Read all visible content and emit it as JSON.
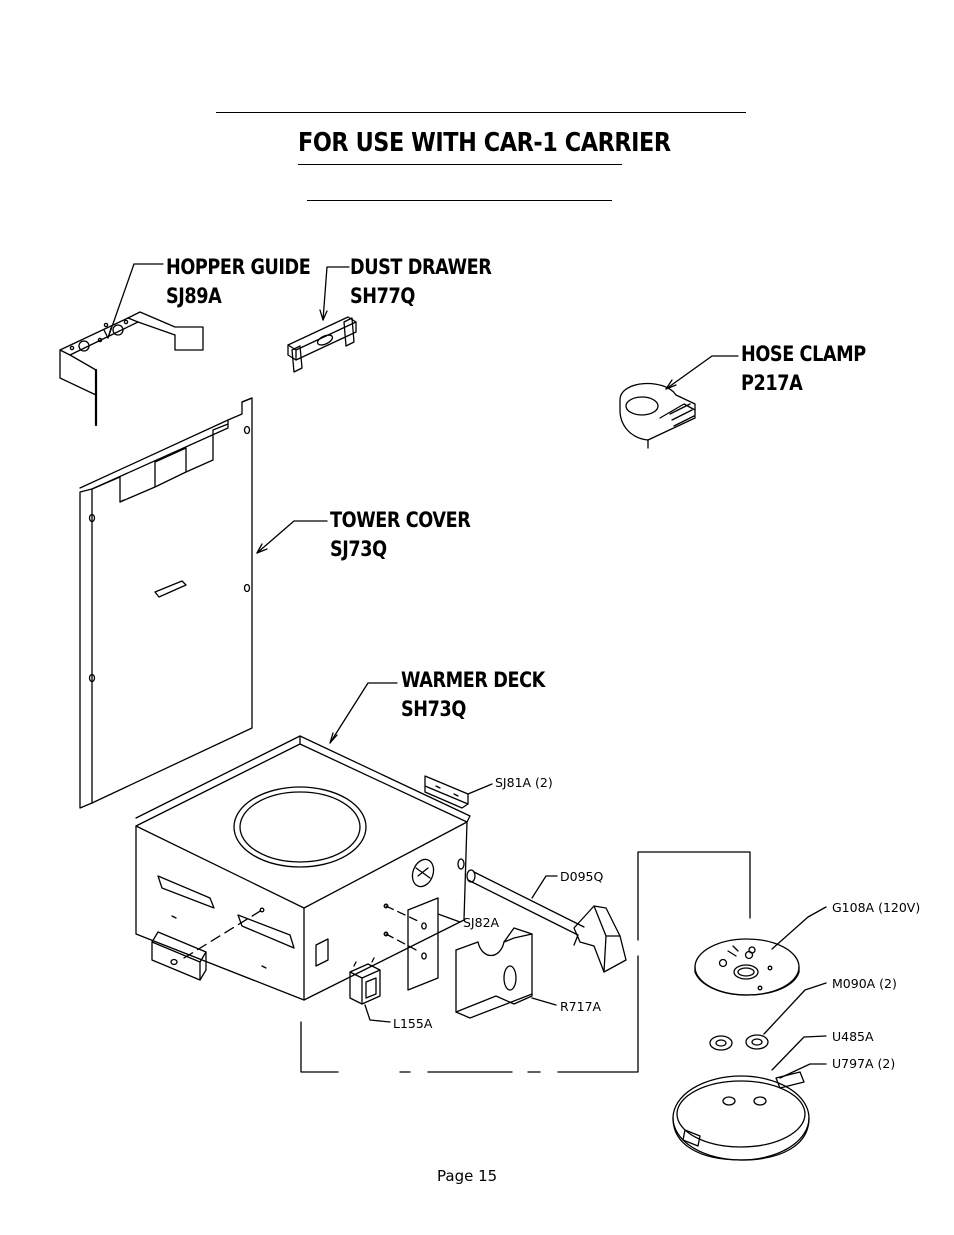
{
  "title": "FOR USE WITH CAR-1 CARRIER",
  "parts": {
    "hopper_guide": {
      "name": "HOPPER GUIDE",
      "part_no": "SJ89A"
    },
    "dust_drawer": {
      "name": "DUST DRAWER",
      "part_no": "SH77Q"
    },
    "hose_clamp": {
      "name": "HOSE CLAMP",
      "part_no": "P217A"
    },
    "tower_cover": {
      "name": "TOWER COVER",
      "part_no": "SJ73Q"
    },
    "warmer_deck": {
      "name": "WARMER DECK",
      "part_no": "SH73Q"
    }
  },
  "callouts": {
    "sj81a": "SJ81A (2)",
    "d095q": "D095Q",
    "sj82a": "SJ82A",
    "r717a": "R717A",
    "l155a": "L155A",
    "g108a": "G108A (120V)",
    "m090a": "M090A (2)",
    "u485a": "U485A",
    "u797a": "U797A (2)"
  },
  "footer": {
    "page": "Page 15"
  }
}
